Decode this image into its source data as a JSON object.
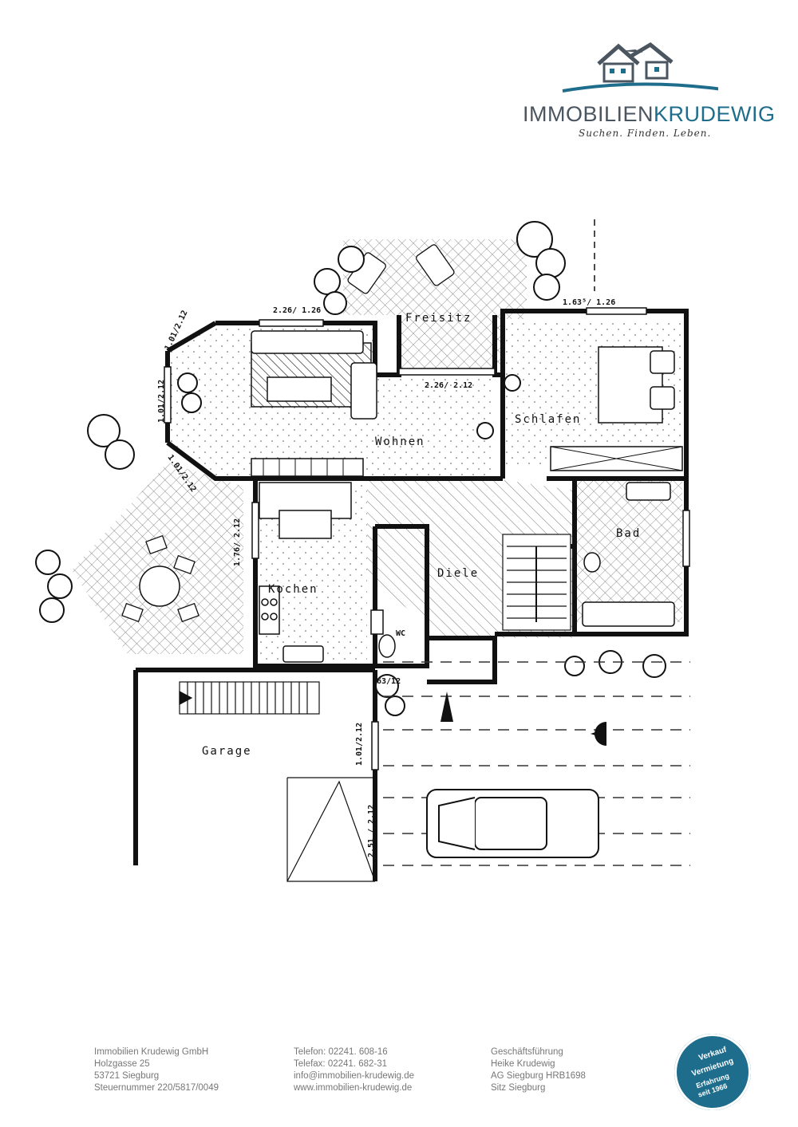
{
  "brand": {
    "name_part1": "IMMOBILIEN",
    "name_part2": "KRUDEWIG",
    "tagline": "Suchen. Finden. Leben.",
    "primary_color": "#1f6d8c",
    "text_color": "#4a5560"
  },
  "floorplan": {
    "rooms": {
      "freisitz": "Freisitz",
      "schlafen": "Schlafen",
      "wohnen": "Wohnen",
      "bad": "Bad",
      "diele": "Diele",
      "kochen": "Kochen",
      "wc": "WC",
      "garage": "Garage"
    },
    "dimensions": {
      "wohnen_top_window": "2.26/ 1.26",
      "schlafen_top_window": "1.63⁵/ 1.26",
      "freisitz_door": "2.26/ 2.12",
      "bay_window_upper": "1.01/2.12",
      "bay_window_mid": "1.01/2.12",
      "bay_window_lower": "1.01/2.12",
      "kitchen_door": "1.76/ 2.12",
      "entrance_door": "63/12",
      "garage_window": "1.01/2.12",
      "garage_door": "2.51 / 2.12"
    }
  },
  "footer": {
    "company": [
      "Immobilien Krudewig GmbH",
      "Holzgasse 25",
      "53721 Siegburg",
      "Steuernummer 220/5817/0049"
    ],
    "contact": [
      "Telefon: 02241. 608-16",
      "Telefax: 02241. 682-31",
      "info@immobilien-krudewig.de",
      "www.immobilien-krudewig.de"
    ],
    "management": [
      "Geschäftsführung",
      "Heike Krudewig",
      "AG Siegburg HRB1698",
      "Sitz Siegburg"
    ]
  },
  "seal": {
    "line1": "Verkauf",
    "line2": "Vermietung",
    "line3": "Erfahrung",
    "line4": "seit 1966"
  }
}
